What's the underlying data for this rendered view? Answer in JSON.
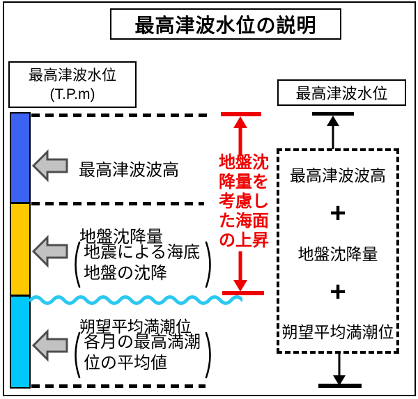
{
  "title": "最高津波水位の説明",
  "left_axis": {
    "label_line1": "最高津波水位",
    "label_line2": "(T.P.m)"
  },
  "left_panel": {
    "segments": [
      {
        "id": "max-tsunami-wave-height",
        "color": "#3B62F1",
        "label": "最高津波波高",
        "note_lines": []
      },
      {
        "id": "ground-subsidence",
        "color": "#FFC800",
        "label": "地盤沈降量",
        "note_lines": [
          "地震による海底",
          "地盤の沈降"
        ]
      },
      {
        "id": "mean-spring-high-tide",
        "color": "#00C8FA",
        "label": "朔望平均満潮位",
        "note_lines": [
          "各月の最高満潮",
          "位の平均値"
        ]
      }
    ]
  },
  "center_annotation": {
    "text": "地盤沈降量を考慮した海面の上昇",
    "color": "#EE0000"
  },
  "right_panel": {
    "header": "最高津波水位",
    "formula": [
      "最高津波波高",
      "+",
      "地盤沈降量",
      "+",
      "朔望平均満潮位"
    ]
  },
  "colors": {
    "bar_blue": "#3B62F1",
    "bar_yellow": "#FFC800",
    "bar_cyan": "#00C8FA",
    "wave_cyan": "#2BC8F0",
    "red": "#EE0000",
    "black": "#000000",
    "arrow_gray_fill": "#C2C2C2",
    "arrow_gray_stroke": "#4D4D4D"
  }
}
